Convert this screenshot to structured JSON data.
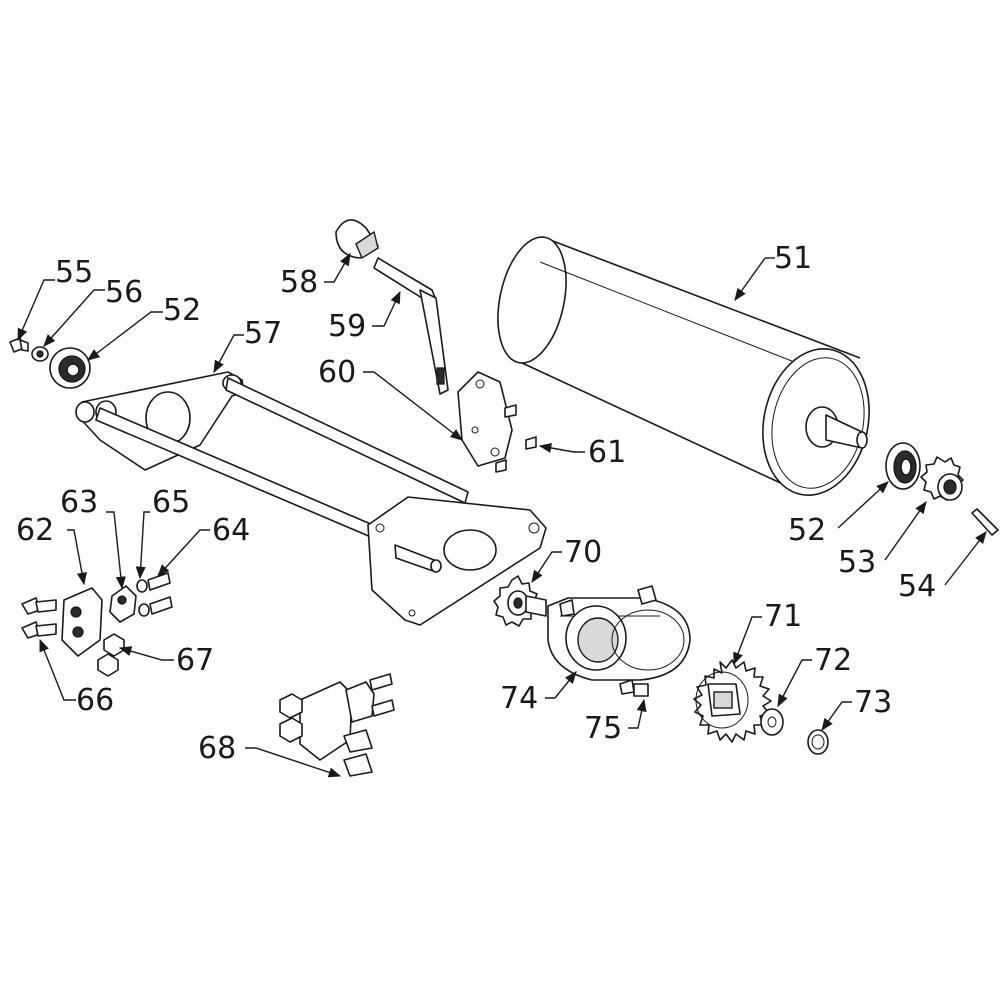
{
  "colors": {
    "ink": "#1a1a1a",
    "paper": "#ffffff"
  },
  "labels": {
    "n51": "51",
    "n52a": "52",
    "n52b": "52",
    "n53": "53",
    "n54": "54",
    "n55": "55",
    "n56": "56",
    "n57": "57",
    "n58": "58",
    "n59": "59",
    "n60": "60",
    "n61": "61",
    "n62": "62",
    "n63": "63",
    "n64": "64",
    "n65": "65",
    "n66": "66",
    "n67": "67",
    "n68": "68",
    "n70": "70",
    "n71": "71",
    "n72": "72",
    "n73": "73",
    "n74": "74",
    "n75": "75"
  }
}
